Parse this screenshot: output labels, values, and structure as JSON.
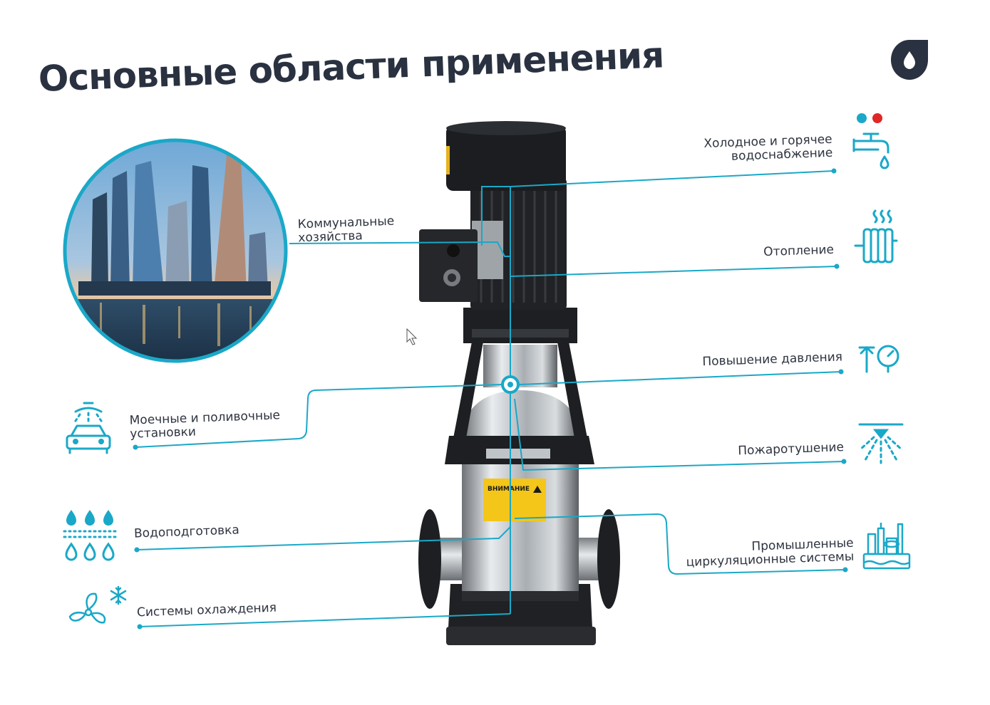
{
  "title": "Основные области применения",
  "colors": {
    "accent": "#1aa8c8",
    "red": "#e02626",
    "dark": "#2a3140",
    "pump_body": "#1d1f22"
  },
  "pump": {
    "warning_label": "ВНИМАНИЕ"
  },
  "applications": {
    "utilities": {
      "line1": "Коммунальные",
      "line2": "хозяйства",
      "icon": "city-photo"
    },
    "water_supply": {
      "line1": "Холодное и горячее",
      "line2": "водоснабжение",
      "icon": "faucet-icon"
    },
    "heating": {
      "line1": "Отопление",
      "icon": "radiator-icon"
    },
    "pressure": {
      "line1": "Повышение давления",
      "icon": "pressure-gauge-icon"
    },
    "washing": {
      "line1": "Моечные и поливочные",
      "line2": "установки",
      "icon": "car-wash-icon"
    },
    "fire": {
      "line1": "Пожаротушение",
      "icon": "sprinkler-icon"
    },
    "water_treatment": {
      "line1": "Водоподготовка",
      "icon": "water-filter-icon"
    },
    "industrial": {
      "line1": "Промышленные",
      "line2": "циркуляционные системы",
      "icon": "factory-icon"
    },
    "cooling": {
      "line1": "Системы охлаждения",
      "icon": "fan-snowflake-icon"
    }
  }
}
